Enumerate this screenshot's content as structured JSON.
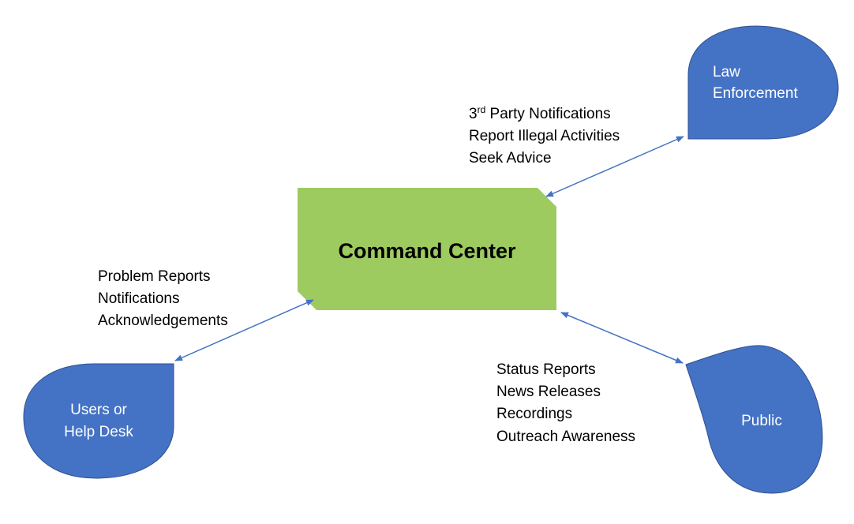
{
  "colors": {
    "center_fill": "#9ECB60",
    "node_fill": "#4472C4",
    "node_stroke": "#2F528F",
    "arrow": "#4472C4"
  },
  "center": {
    "label": "Command Center"
  },
  "nodes": {
    "law": {
      "lines": [
        "Law",
        "Enforcement"
      ]
    },
    "users": {
      "lines": [
        "Users or",
        "Help Desk"
      ]
    },
    "public": {
      "lines": [
        "Public"
      ]
    }
  },
  "flows": {
    "law": [
      "3rd Party Notifications",
      "Report Illegal Activities",
      "Seek Advice"
    ],
    "law_first_prefix": "3",
    "law_first_sup": "rd",
    "law_first_rest": " Party Notifications",
    "users": [
      "Problem Reports",
      "Notifications",
      "Acknowledgements"
    ],
    "public": [
      "Status Reports",
      "News Releases",
      "Recordings",
      "Outreach Awareness"
    ]
  }
}
